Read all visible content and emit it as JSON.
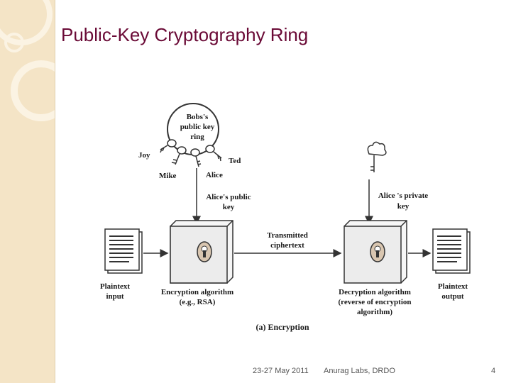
{
  "slide": {
    "title": "Public-Key Cryptography Ring",
    "footer_date": "23-27 May 2011",
    "footer_org": "Anurag Labs, DRDO",
    "page_number": "4"
  },
  "diagram": {
    "ring_label": [
      "Bobs's",
      "public key",
      "ring"
    ],
    "names": {
      "joy": "Joy",
      "mike": "Mike",
      "alice": "Alice",
      "ted": "Ted"
    },
    "alice_public_key": [
      "Alice's public",
      "key"
    ],
    "alice_private_key": [
      "Alice 's private",
      "key"
    ],
    "transmitted": [
      "Transmitted",
      "ciphertext"
    ],
    "plaintext_input": [
      "Plaintext",
      "input"
    ],
    "plaintext_output": [
      "Plaintext",
      "output"
    ],
    "encryption": [
      "Encryption algorithm",
      "(e.g., RSA)"
    ],
    "decryption": [
      "Decryption algorithm",
      "(reverse of encryption",
      "algorithm)"
    ],
    "caption": "(a) Encryption"
  },
  "colors": {
    "title": "#6a0a36",
    "sidebar": "#f4e4c6"
  }
}
